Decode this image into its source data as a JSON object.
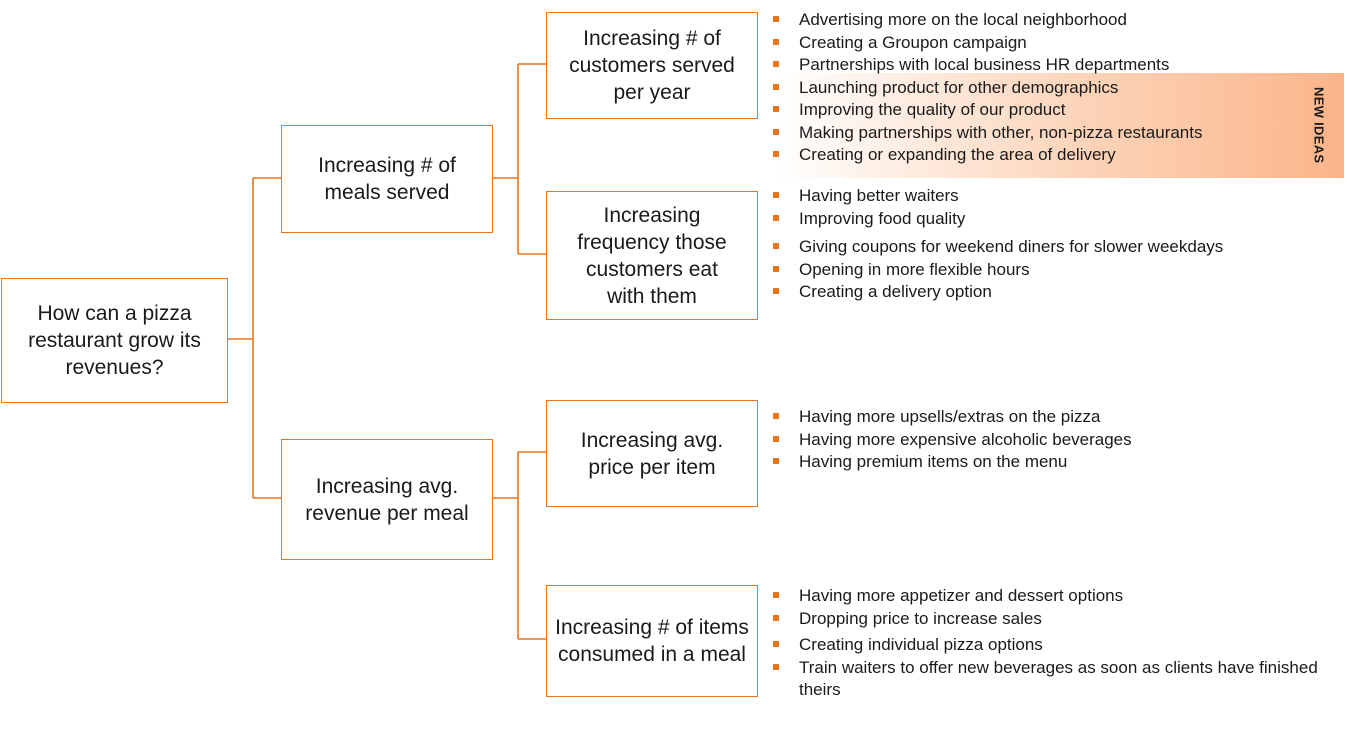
{
  "root": {
    "text": "How can a pizza restaurant grow its revenues?"
  },
  "level1": [
    {
      "text": "Increasing # of meals served"
    },
    {
      "text": "Increasing avg. revenue per meal"
    }
  ],
  "level2": [
    {
      "text": "Increasing # of customers served per year",
      "ideas": [
        "Advertising more on the local neighborhood",
        "Creating a Groupon campaign",
        "Partnerships with local business HR departments",
        "Launching product for other demographics",
        "Improving the quality of our product",
        "Making partnerships with other, non-pizza restaurants",
        "Creating or expanding the area of delivery"
      ]
    },
    {
      "text": "Increasing frequency those customers eat with them",
      "ideas": [
        "Having better waiters",
        "Improving food quality",
        "Giving coupons for weekend diners for slower weekdays",
        "Opening in more flexible hours",
        "Creating a delivery option"
      ]
    },
    {
      "text": "Increasing avg. price per item",
      "ideas": [
        "Having more upsells/extras on the pizza",
        "Having more expensive alcoholic beverages",
        "Having premium items on the menu"
      ]
    },
    {
      "text": "Increasing # of items consumed in a meal",
      "ideas": [
        "Having more appetizer and dessert options",
        "Dropping price to increase sales",
        "Creating individual pizza options",
        "Train waiters to offer new beverages as soon as clients have finished theirs"
      ]
    }
  ],
  "new_ideas_label": "NEW IDEAS",
  "colors": {
    "accent": "#e8741e",
    "highlight": "#fbb489",
    "text": "#1a1a1a"
  }
}
